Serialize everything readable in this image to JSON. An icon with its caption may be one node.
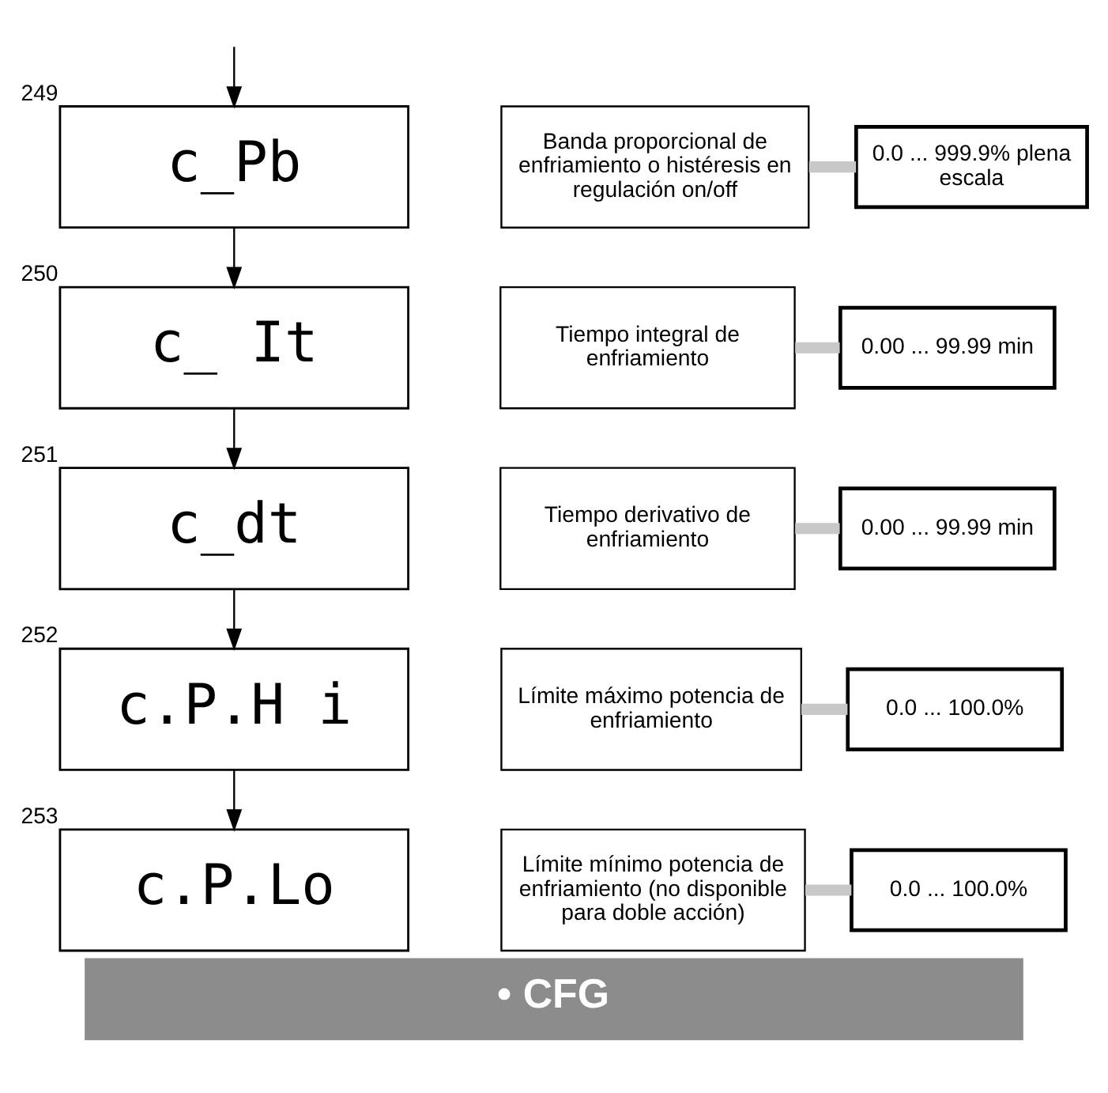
{
  "diagram": {
    "caption": "• CFG",
    "nodes": [
      {
        "text": [
          "c_Pb"
        ],
        "beside": [
          "249"
        ]
      },
      {
        "text": [
          "Banda proporcional de enfriamiento o histéresis en regulación on/off"
        ]
      },
      {
        "text": [
          "0.0 ... 999.9% plena escala"
        ]
      },
      {
        "text": [
          "c_ It"
        ],
        "beside": [
          "250"
        ]
      },
      {
        "text": [
          "Tiempo integral de enfriamiento"
        ]
      },
      {
        "text": [
          "0.00 ... 99.99 min"
        ]
      },
      {
        "text": [
          "c_dt"
        ],
        "beside": [
          "251"
        ]
      },
      {
        "text": [
          "Tiempo derivativo de enfriamiento"
        ]
      },
      {
        "text": [
          "0.00 ... 99.99 min"
        ]
      },
      {
        "text": [
          "c.P.H i"
        ],
        "beside": [
          "252"
        ]
      },
      {
        "text": [
          "Límite máximo potencia de enfriamiento"
        ]
      },
      {
        "text": [
          "0.0 ... 100.0%"
        ]
      },
      {
        "text": [
          "c.P.Lo"
        ],
        "beside": [
          "253"
        ]
      },
      {
        "text": [
          "Límite mínimo potencia de enfriamiento (no disponible para doble acción)"
        ]
      },
      {
        "text": [
          "0.0 ... 100.0%"
        ]
      }
    ],
    "edges": [
      {
        "from": null,
        "to": 0,
        "arrow": "to"
      },
      {
        "from": 0,
        "to": 3,
        "arrow": "to"
      },
      {
        "from": 3,
        "to": 6,
        "arrow": "to"
      },
      {
        "from": 6,
        "to": 9,
        "arrow": "to"
      },
      {
        "from": 9,
        "to": 12,
        "arrow": "to"
      },
      {
        "from": 1,
        "to": 2,
        "arrow": "none",
        "style": "thick",
        "color": "#c8c8c8"
      },
      {
        "from": 4,
        "to": 5,
        "arrow": "none",
        "style": "thick",
        "color": "#c8c8c8"
      },
      {
        "from": 7,
        "to": 8,
        "arrow": "none",
        "style": "thick",
        "color": "#c8c8c8"
      },
      {
        "from": 10,
        "to": 11,
        "arrow": "none",
        "style": "thick",
        "color": "#c8c8c8"
      },
      {
        "from": 13,
        "to": 14,
        "arrow": "none",
        "style": "thick",
        "color": "#c8c8c8"
      }
    ]
  }
}
